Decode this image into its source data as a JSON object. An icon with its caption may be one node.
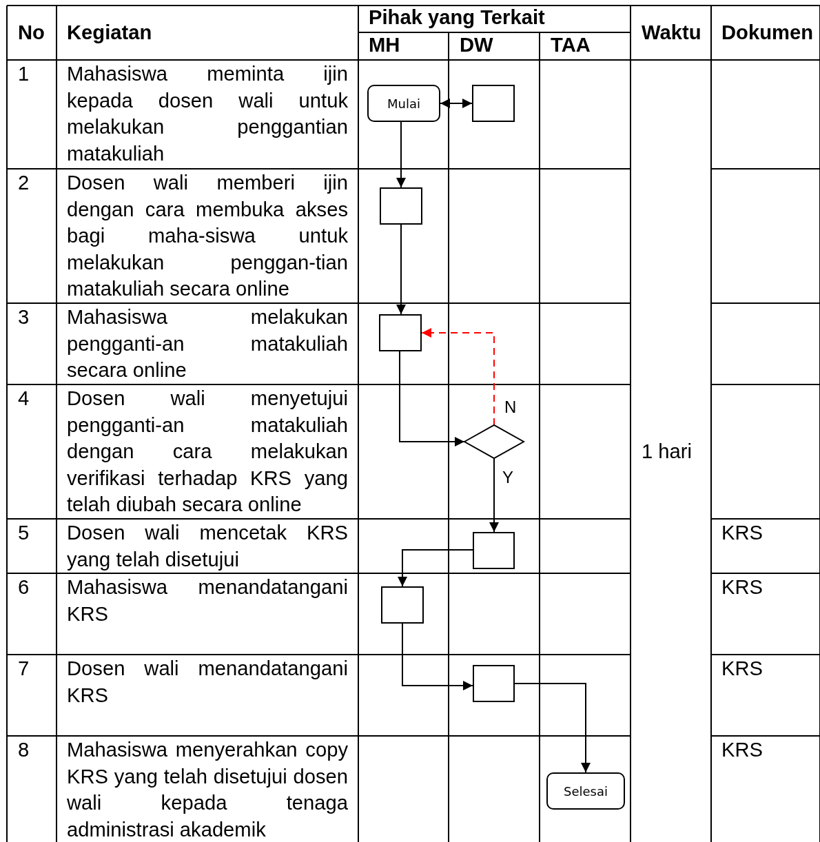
{
  "diagram": {
    "nodes": [
      {
        "text": [
          "Mulai"
        ]
      },
      {
        "text": [],
        "shape": "box"
      },
      {
        "text": [],
        "shape": "box"
      },
      {
        "text": [],
        "shape": "box"
      },
      {
        "text": [],
        "shape": "diamond"
      },
      {
        "text": [],
        "shape": "box"
      },
      {
        "text": [],
        "shape": "box"
      },
      {
        "text": [],
        "shape": "box"
      },
      {
        "text": [
          "Selesai"
        ]
      }
    ],
    "edges": [
      {
        "from": 0,
        "to": 1,
        "arrow": "both"
      },
      {
        "from": 0,
        "to": 2,
        "arrow": "to"
      },
      {
        "from": 2,
        "to": 3,
        "arrow": "to"
      },
      {
        "from": 3,
        "to": 4,
        "arrow": "to"
      },
      {
        "from": 4,
        "to": 3,
        "arrow": "to",
        "label": "N",
        "style": "dashed",
        "color": "#ff0000"
      },
      {
        "from": 4,
        "to": 5,
        "arrow": "to",
        "label": "Y"
      },
      {
        "from": 5,
        "to": 6,
        "arrow": "to"
      },
      {
        "from": 6,
        "to": 7,
        "arrow": "to"
      },
      {
        "from": 7,
        "to": 8,
        "arrow": "to"
      }
    ],
    "labels": [
      "No",
      "Kegiatan",
      "Pihak yang Terkait",
      "Waktu",
      "Dokumen",
      "MH",
      "DW",
      "TAA",
      "1",
      "Mahasiswa meminta ijin kepada dosen wali untuk melakukan penggantian matakuliah",
      "1 hari",
      "2",
      "Dosen wali memberi ijin dengan cara membuka akses bagi maha-siswa untuk melakukan penggan-tian matakuliah secara online",
      "3",
      "Mahasiswa melakukan pengganti-an matakuliah secara online",
      "4",
      "Dosen wali menyetujui pengganti-an matakuliah dengan cara melakukan verifikasi terhadap KRS yang telah diubah secara online",
      "5",
      "Dosen wali mencetak KRS yang telah disetujui",
      "KRS",
      "6",
      "Mahasiswa menandatangani KRS",
      "KRS",
      "7",
      "Dosen wali menandatangani KRS",
      "KRS",
      "8",
      "Mahasiswa menyerahkan copy KRS yang telah disetujui dosen wali kepada tenaga administrasi akademik",
      "KRS"
    ]
  }
}
